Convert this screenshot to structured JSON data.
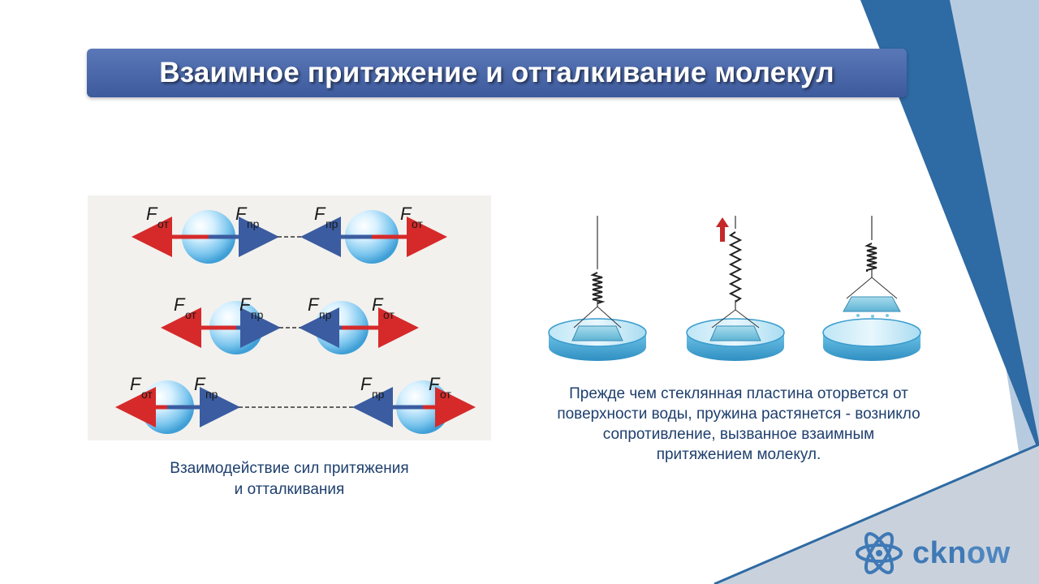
{
  "slide": {
    "title": "Взаимное притяжение и отталкивание молекул"
  },
  "left_figure": {
    "caption_line1": "Взаимодействие сил притяжения",
    "caption_line2": "и отталкивания",
    "force_symbol": "F",
    "sub_repulsion": "от",
    "sub_attraction": "пр"
  },
  "right_figure": {
    "caption_line1": "Прежде чем стеклянная пластина оторвется от",
    "caption_line2": "поверхности воды, пружина растянется - возникло",
    "caption_line3": "сопротивление, вызванное взаимным",
    "caption_line4": "притяжением молекул."
  },
  "logo": {
    "text_part1": "ckn",
    "text_part2": "ow",
    "icon": "atom-icon"
  },
  "colors": {
    "title_bar": "#4a67aa",
    "attraction_arrow": "#3b5ca0",
    "repulsion_arrow": "#d62a2a",
    "caption_text": "#1e3f6e",
    "accent_dark": "#2e6aa3",
    "accent_light": "#b6cbe0"
  }
}
